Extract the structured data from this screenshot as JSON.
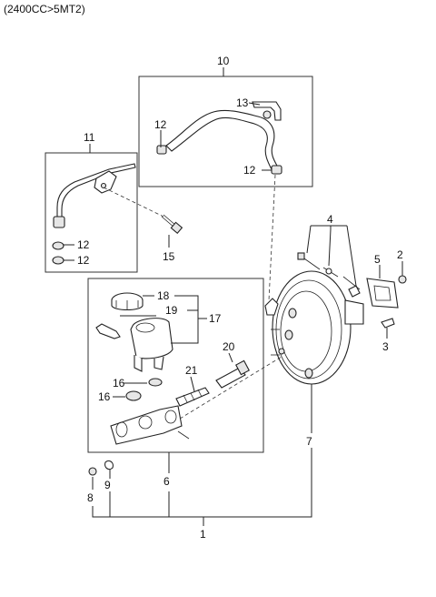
{
  "header": {
    "variant": "(2400CC>5MT2)"
  },
  "callouts": {
    "c1": "1",
    "c2": "2",
    "c3": "3",
    "c4": "4",
    "c5": "5",
    "c6": "6",
    "c7": "7",
    "c8": "8",
    "c9": "9",
    "c10": "10",
    "c11": "11",
    "c12a": "12",
    "c12b": "12",
    "c12c": "12",
    "c12d": "12",
    "c13": "13",
    "c15": "15",
    "c16a": "16",
    "c16b": "16",
    "c17": "17",
    "c18": "18",
    "c19": "19",
    "c20": "20",
    "c21": "21"
  }
}
